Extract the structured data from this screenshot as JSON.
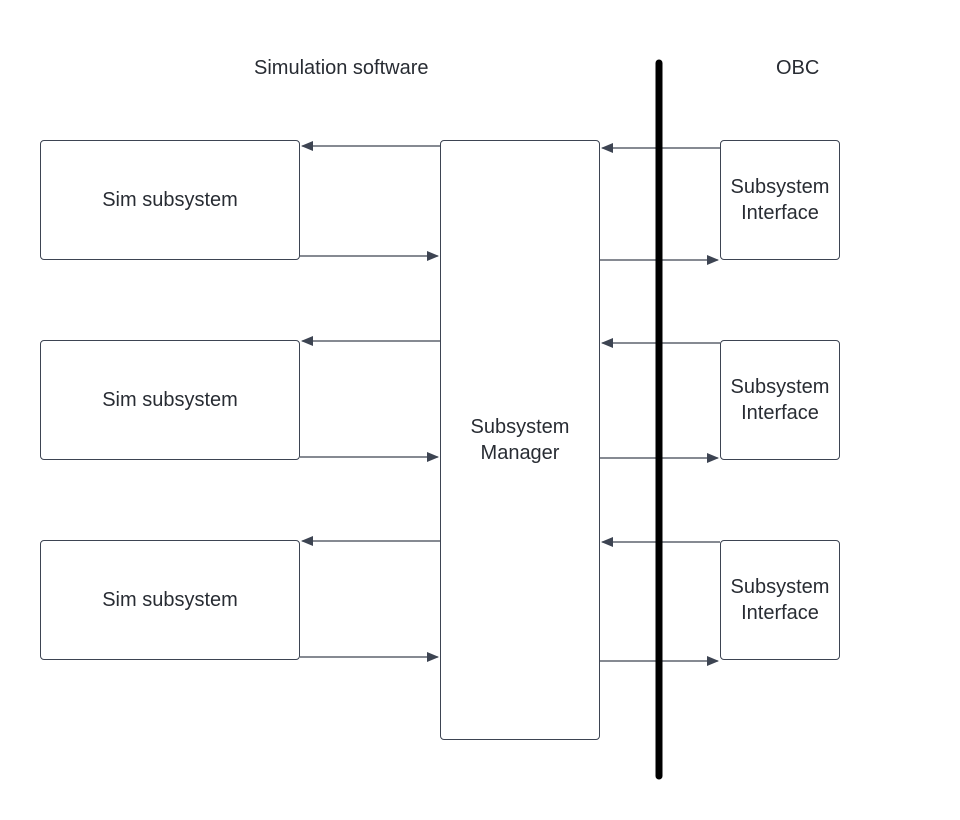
{
  "headings": {
    "left": "Simulation software",
    "right": "OBC"
  },
  "manager": {
    "label": "Subsystem\nManager"
  },
  "sim_subsystems": [
    {
      "label": "Sim subsystem"
    },
    {
      "label": "Sim subsystem"
    },
    {
      "label": "Sim subsystem"
    }
  ],
  "interfaces": [
    {
      "label": "Subsystem\nInterface"
    },
    {
      "label": "Subsystem\nInterface"
    },
    {
      "label": "Subsystem\nInterface"
    }
  ],
  "colors": {
    "stroke": "#3d4452",
    "text": "#282c33",
    "bus": "#000000"
  }
}
